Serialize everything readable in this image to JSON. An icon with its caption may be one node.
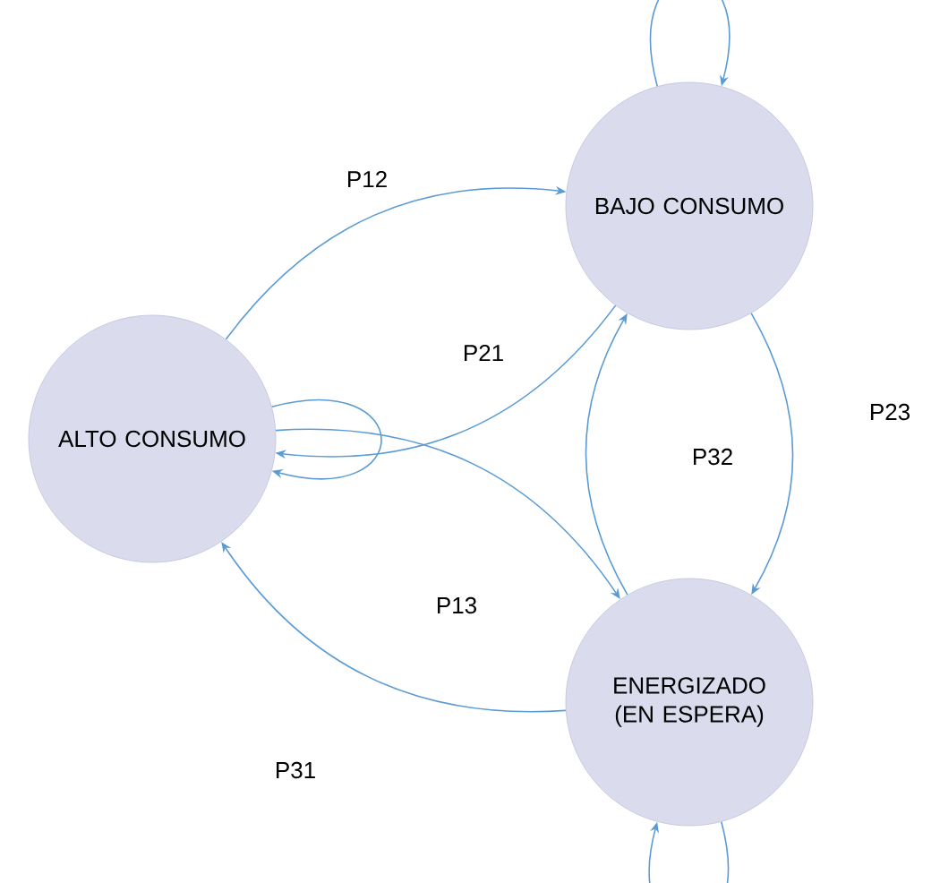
{
  "diagram": {
    "nodes": [
      {
        "text": [
          "BAJO CONSUMO"
        ]
      },
      {
        "text": [
          "ALTO CONSUMO"
        ]
      },
      {
        "text": [
          "ENERGIZADO (EN ESPERA)"
        ]
      }
    ],
    "edges": [
      {
        "from": 0,
        "to": 0,
        "arrow": "to"
      },
      {
        "from": 1,
        "to": 0,
        "arrow": "to",
        "label": "P12"
      },
      {
        "from": 0,
        "to": 1,
        "arrow": "to",
        "label": "P21"
      },
      {
        "from": 1,
        "to": 1,
        "arrow": "to"
      },
      {
        "from": 0,
        "to": 2,
        "arrow": "to",
        "label": "P23"
      },
      {
        "from": 2,
        "to": 0,
        "arrow": "to",
        "label": "P32"
      },
      {
        "from": 1,
        "to": 2,
        "arrow": "to",
        "label": "P13"
      },
      {
        "from": 2,
        "to": 1,
        "arrow": "to",
        "label": "P31"
      },
      {
        "from": 2,
        "to": 2,
        "arrow": "to"
      }
    ]
  }
}
